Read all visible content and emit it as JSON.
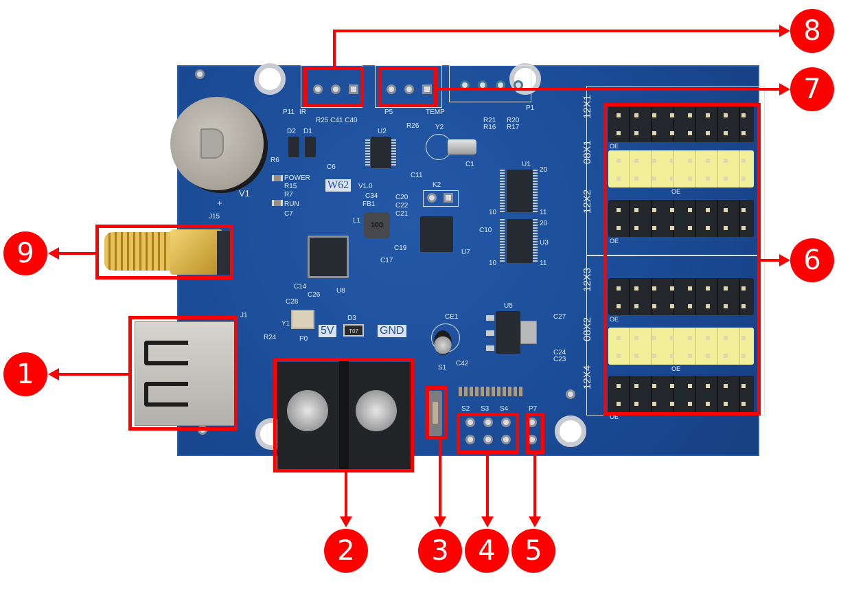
{
  "board": {
    "model_label": "W62",
    "version": "V1.0",
    "colors": {
      "pcb": "#1c4f9c",
      "callout": "#ff0000",
      "header_black": "#1f2227",
      "header_yellow": "#f2ef9a"
    },
    "silkscreen": {
      "p11": "P11",
      "ir": "IR",
      "p5": "P5",
      "temp": "TEMP",
      "p1": "P1",
      "r25_c41_c40": "R25 C41 C40",
      "r26": "R26",
      "u2": "U2",
      "y2": "Y2",
      "d2": "D2",
      "d1": "D1",
      "r6": "R6",
      "power": "POWER",
      "r15": "R15",
      "r7": "R7",
      "run": "RUN",
      "c7": "C7",
      "v1": "V1",
      "plus": "+",
      "c6": "C6",
      "c11": "C11",
      "c1": "C1",
      "u1": "U1",
      "u3": "U3",
      "pin20": "20",
      "pin10": "10",
      "pin11": "11",
      "k2": "K2",
      "c34": "C34",
      "fb1": "FB1",
      "l1": "L1",
      "c20": "C20",
      "c22": "C22",
      "c21": "C21",
      "c19": "C19",
      "c17": "C17",
      "u7": "U7",
      "u8": "U8",
      "c10": "C10",
      "c14": "C14",
      "c26": "C26",
      "c28": "C28",
      "y1": "Y1",
      "d3": "D3",
      "t07": "T07",
      "5v": "5V",
      "gnd": "GND",
      "j1": "J1",
      "j15": "J15",
      "r24": "R24",
      "p0": "P0",
      "ce1": "CE1",
      "u5": "U5",
      "c27": "C27",
      "c24": "C24",
      "c23": "C23",
      "s1": "S1",
      "c42": "C42",
      "s2": "S2",
      "s3": "S3",
      "s4": "S4",
      "p7": "P7",
      "r21": "R21",
      "r20": "R20",
      "r17": "R17",
      "r16": "R16",
      "inductor_value": "100",
      "oe": "OE"
    },
    "hub_ports": [
      "12X1",
      "08X1",
      "12X2",
      "12X3",
      "08X2",
      "12X4"
    ]
  },
  "callouts": [
    {
      "number": "1",
      "target": "USB port"
    },
    {
      "number": "2",
      "target": "Power terminal"
    },
    {
      "number": "3",
      "target": "Test button S1"
    },
    {
      "number": "4",
      "target": "Button inputs S2 S3 S4"
    },
    {
      "number": "5",
      "target": "P7 header"
    },
    {
      "number": "6",
      "target": "HUB output ports"
    },
    {
      "number": "7",
      "target": "Temperature sensor P5"
    },
    {
      "number": "8",
      "target": "IR receiver P11"
    },
    {
      "number": "9",
      "target": "Antenna connector J15"
    }
  ]
}
